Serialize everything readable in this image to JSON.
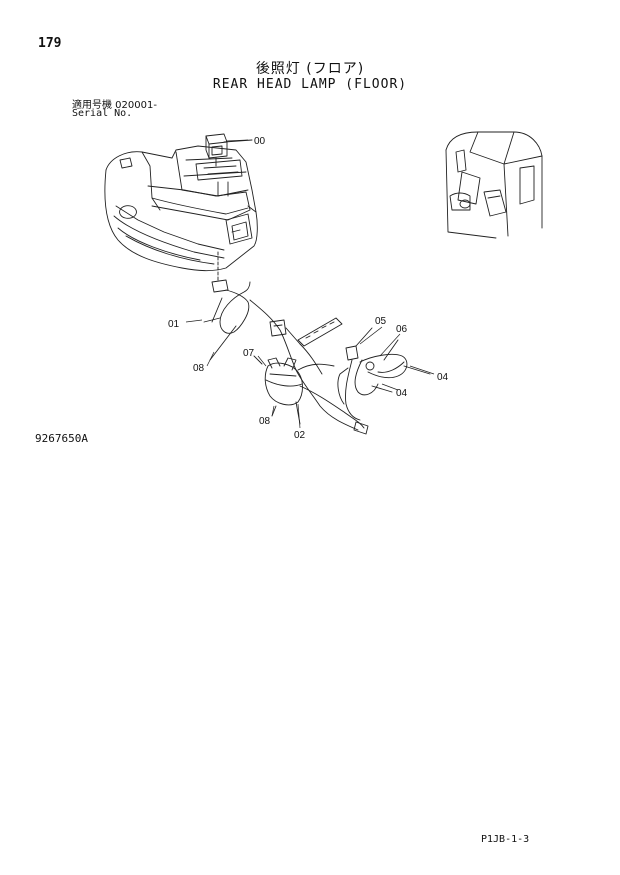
{
  "header": {
    "page_number": "179",
    "title_jp": "後照灯 (フロア)",
    "title_en": "REAR HEAD LAMP (FLOOR)",
    "serial_label_jp": "適用号機  020001-",
    "serial_label_en": "Serial No."
  },
  "callouts": {
    "c00": "00",
    "c01": "01",
    "c02": "02",
    "c04a": "04",
    "c04b": "04",
    "c05": "05",
    "c06": "06",
    "c07": "07",
    "c08a": "08",
    "c08b": "08"
  },
  "footer": {
    "drawing_code": "9267650A",
    "page_ref": "P1JB-1-3"
  }
}
